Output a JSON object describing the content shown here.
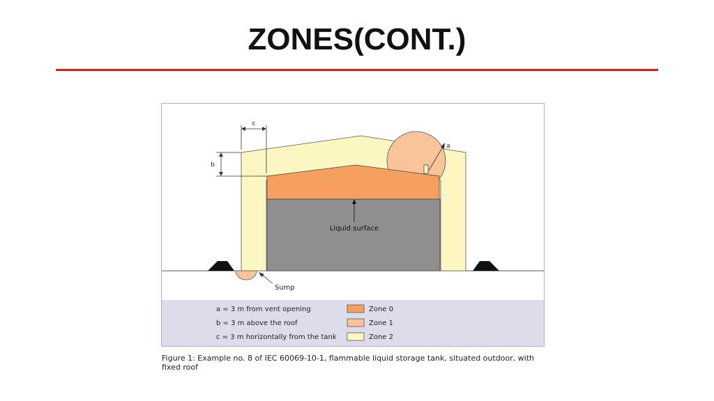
{
  "slide": {
    "title": "ZONES(CONT.)"
  },
  "figure": {
    "dim_labels": {
      "c": "c",
      "b": "b",
      "a": "a"
    },
    "liquid_surface_label": "Liquid surface",
    "sump_label": "Sump",
    "legend_definitions": [
      "a = 3 m from vent opening",
      "b = 3 m above the roof",
      "c = 3 m horizontally from the tank"
    ],
    "legend_zones": [
      {
        "label": "Zone 0",
        "color": "#f5a05e"
      },
      {
        "label": "Zone 1",
        "color": "#f9c49a"
      },
      {
        "label": "Zone 2",
        "color": "#fcf7c2"
      }
    ],
    "caption": "Figure 1: Example no. 8 of IEC 60069-10-1, flammable liquid storage tank, situated outdoor, with fixed roof"
  },
  "colors": {
    "accent_rule": "#e0181c",
    "liquid": "#8f8f8f",
    "legend_bg": "#dcdcea"
  }
}
